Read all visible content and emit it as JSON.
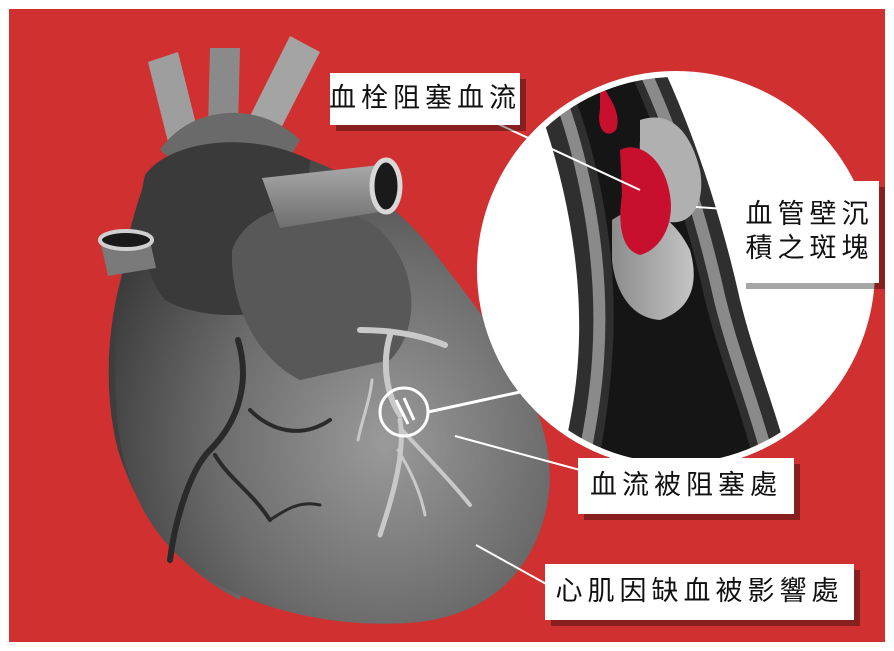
{
  "colors": {
    "background": "#d0302f",
    "frame": "#ffffff",
    "heart_dark": "#2b2b2b",
    "heart_mid": "#6f6f6f",
    "heart_light": "#b9b9b9",
    "clot": "#c8102e",
    "label_bg": "#ffffff"
  },
  "labels": {
    "clot": "血栓阻塞血流",
    "plaque_line1": "血管壁沉",
    "plaque_line2": "積之斑塊",
    "blocked": "血流被阻塞處",
    "ischemia": "心肌因缺血被影響處"
  }
}
